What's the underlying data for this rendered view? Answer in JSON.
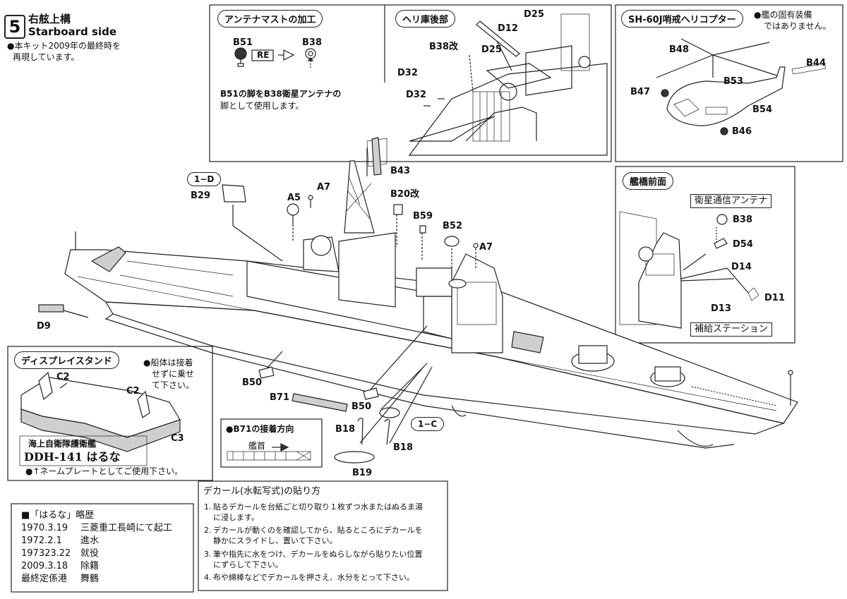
{
  "step": {
    "number": "5",
    "title_jp": "右舷上構",
    "title_en": "Starboard side",
    "note_lines": [
      "●本キット2009年の最終時を",
      "再現しています。"
    ]
  },
  "antenna_box": {
    "title": "アンテナマストの加工",
    "from_part": "B51",
    "re_label": "RE",
    "to_part": "B38",
    "note_lines": [
      "B51の脚をB38衛星アンテナの",
      "脚として使用します。"
    ]
  },
  "heli_deck_box": {
    "title": "ヘリ庫後部",
    "parts": [
      "B38改",
      "D12",
      "D25",
      "D25",
      "D32",
      "D32"
    ]
  },
  "heli_box": {
    "title": "SH-60J哨戒ヘリコプター",
    "note_lines": [
      "●艦の固有装備",
      "ではありません。"
    ],
    "parts": [
      "B48",
      "B44",
      "B47",
      "B53",
      "B54",
      "B46"
    ]
  },
  "bridge_box": {
    "title": "艦橋前面",
    "label_top": "衛星通信アンテナ",
    "label_bottom": "補給ステーション",
    "parts": [
      "B38",
      "D54",
      "D14",
      "D11",
      "D13"
    ]
  },
  "main_parts": {
    "d9": "D9",
    "one_d": "1−D",
    "b29": "B29",
    "a5": "A5",
    "a7_top": "A7",
    "b43": "B43",
    "b20": "B20改",
    "b59": "B59",
    "b52": "B52",
    "a7_right": "A7",
    "b50_left": "B50",
    "b71": "B71",
    "b50_mid": "B50",
    "b18_left": "B18",
    "one_c": "1−C",
    "b18_right": "B18",
    "b19": "B19"
  },
  "stand_box": {
    "title": "ディスプレイスタンド",
    "note_lines": [
      "●船体は接着",
      "せずに乗せ",
      "て下さい。"
    ],
    "parts": [
      "C2",
      "C2",
      "C3"
    ],
    "nameplate_line1": "海上自衛隊護衛艦",
    "nameplate_line2": "DDH-141 はるな",
    "nameplate_note": "●↑ネームプレートとしてご使用下さい。"
  },
  "b71_box": {
    "title": "●B71の接着方向",
    "bow_label": "艦首"
  },
  "history": {
    "title": "■「はるな」略歴",
    "rows": [
      {
        "date": "1970.3.19",
        "event": "三菱重工長崎にて起工"
      },
      {
        "date": "1972.2.1",
        "event": "進水"
      },
      {
        "date": "197323.22",
        "event": "就役"
      },
      {
        "date": "2009.3.18",
        "event": "除籍"
      },
      {
        "date": "最終定係港",
        "event": "舞鶴"
      }
    ]
  },
  "decal": {
    "title": "デカール(水転写式)の貼り方",
    "steps": [
      {
        "num": "1.",
        "lines": [
          "貼るデカールを台紙ごと切り取り１枚ずつ水またはぬるま湯",
          "に浸します。"
        ]
      },
      {
        "num": "2.",
        "lines": [
          "デカールが動くのを確認してから、貼るところにデカールを",
          "静かにスライドし、置いて下さい。"
        ]
      },
      {
        "num": "3.",
        "lines": [
          "筆や指先に水をつけ、デカールをぬらしながら貼りたい位置",
          "にずらして下さい。"
        ]
      },
      {
        "num": "4.",
        "lines": [
          "布や綿棒などでデカールを押さえ、水分をとって下さい。"
        ]
      }
    ]
  }
}
